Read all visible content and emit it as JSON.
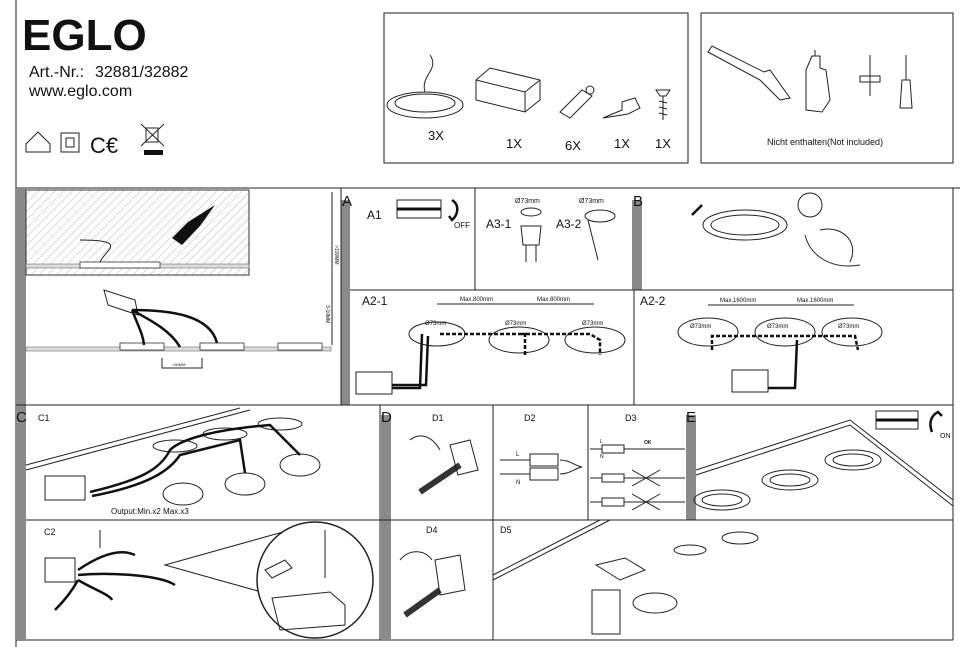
{
  "header": {
    "brand": "EGLO",
    "article_label": "Art.-Nr.:",
    "article_numbers": "32881/32882",
    "website": "www.eglo.com",
    "symbols": [
      "house-indoor-icon",
      "class-ii-icon",
      "ce-mark-icon",
      "weee-bin-icon"
    ]
  },
  "parts": {
    "items": [
      {
        "name": "downlight",
        "qty": "3X"
      },
      {
        "name": "driver",
        "qty": "1X"
      },
      {
        "name": "connector",
        "qty": "6X"
      },
      {
        "name": "plug",
        "qty": "1X"
      },
      {
        "name": "screw",
        "qty": "1X"
      }
    ]
  },
  "tools": {
    "caption": "Nicht enthalten(Not included)"
  },
  "sections": {
    "A": "A",
    "B": "B",
    "C": "C",
    "D": "D",
    "E": "E"
  },
  "panel_install": {
    "dim_top": ">100MM",
    "dim_side": "3-10MM",
    "dim_spacing": ">50MM"
  },
  "steps": {
    "A1": {
      "label": "A1",
      "switch": "OFF"
    },
    "A3": {
      "label1": "A3-1",
      "label2": "A3-2",
      "dia1": "Ø73mm",
      "dia2": "Ø73mm"
    },
    "A2_1": {
      "label": "A2-1",
      "max1": "Max.800mm",
      "max2": "Max.800mm",
      "dia": [
        "Ø73mm",
        "Ø73mm",
        "Ø73mm"
      ]
    },
    "A2_2": {
      "label": "A2-2",
      "max1": "Max.1600mm",
      "max2": "Max.1600mm",
      "dia": [
        "Ø73mm",
        "Ø73mm",
        "Ø73mm"
      ]
    },
    "C1": {
      "label": "C1",
      "output": "Output:Min.x2  Max.x3"
    },
    "C2": {
      "label": "C2"
    },
    "D1": {
      "label": "D1"
    },
    "D2": {
      "label": "D2",
      "L": "L",
      "N": "N"
    },
    "D3": {
      "label": "D3",
      "ok": "OK",
      "L": "L",
      "N": "N"
    },
    "D4": {
      "label": "D4"
    },
    "D5": {
      "label": "D5"
    },
    "E": {
      "switch": "ON"
    }
  }
}
